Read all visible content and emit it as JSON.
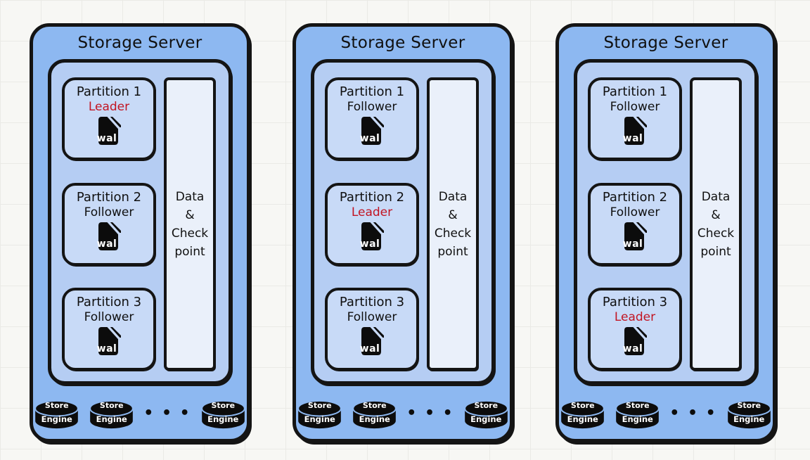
{
  "colors": {
    "leader": "#c21422",
    "follower": "#101010",
    "server_fill": "#8db8f1",
    "inner_fill": "#b5cdf3",
    "partition_fill": "#c8daf7",
    "databox_fill": "#eaf0fa",
    "border": "#141414",
    "background": "#f7f7f4"
  },
  "servers": [
    {
      "title": "Storage Server",
      "partitions": [
        {
          "name": "Partition 1",
          "role": "Leader",
          "wal_label": "wal"
        },
        {
          "name": "Partition 2",
          "role": "Follower",
          "wal_label": "wal"
        },
        {
          "name": "Partition 3",
          "role": "Follower",
          "wal_label": "wal"
        }
      ],
      "data_box_lines": [
        "Data",
        "&",
        "Check",
        "point"
      ],
      "store_engines": [
        {
          "top": "Store",
          "bottom": "Engine"
        },
        {
          "top": "Store",
          "bottom": "Engine"
        },
        {
          "top": "Store",
          "bottom": "Engine"
        }
      ],
      "ellipsis": "• • •"
    },
    {
      "title": "Storage Server",
      "partitions": [
        {
          "name": "Partition 1",
          "role": "Follower",
          "wal_label": "wal"
        },
        {
          "name": "Partition 2",
          "role": "Leader",
          "wal_label": "wal"
        },
        {
          "name": "Partition 3",
          "role": "Follower",
          "wal_label": "wal"
        }
      ],
      "data_box_lines": [
        "Data",
        "&",
        "Check",
        "point"
      ],
      "store_engines": [
        {
          "top": "Store",
          "bottom": "Engine"
        },
        {
          "top": "Store",
          "bottom": "Engine"
        },
        {
          "top": "Store",
          "bottom": "Engine"
        }
      ],
      "ellipsis": "• • •"
    },
    {
      "title": "Storage Server",
      "partitions": [
        {
          "name": "Partition 1",
          "role": "Follower",
          "wal_label": "wal"
        },
        {
          "name": "Partition 2",
          "role": "Follower",
          "wal_label": "wal"
        },
        {
          "name": "Partition 3",
          "role": "Leader",
          "wal_label": "wal"
        }
      ],
      "data_box_lines": [
        "Data",
        "&",
        "Check",
        "point"
      ],
      "store_engines": [
        {
          "top": "Store",
          "bottom": "Engine"
        },
        {
          "top": "Store",
          "bottom": "Engine"
        },
        {
          "top": "Store",
          "bottom": "Engine"
        }
      ],
      "ellipsis": "• • •"
    }
  ]
}
